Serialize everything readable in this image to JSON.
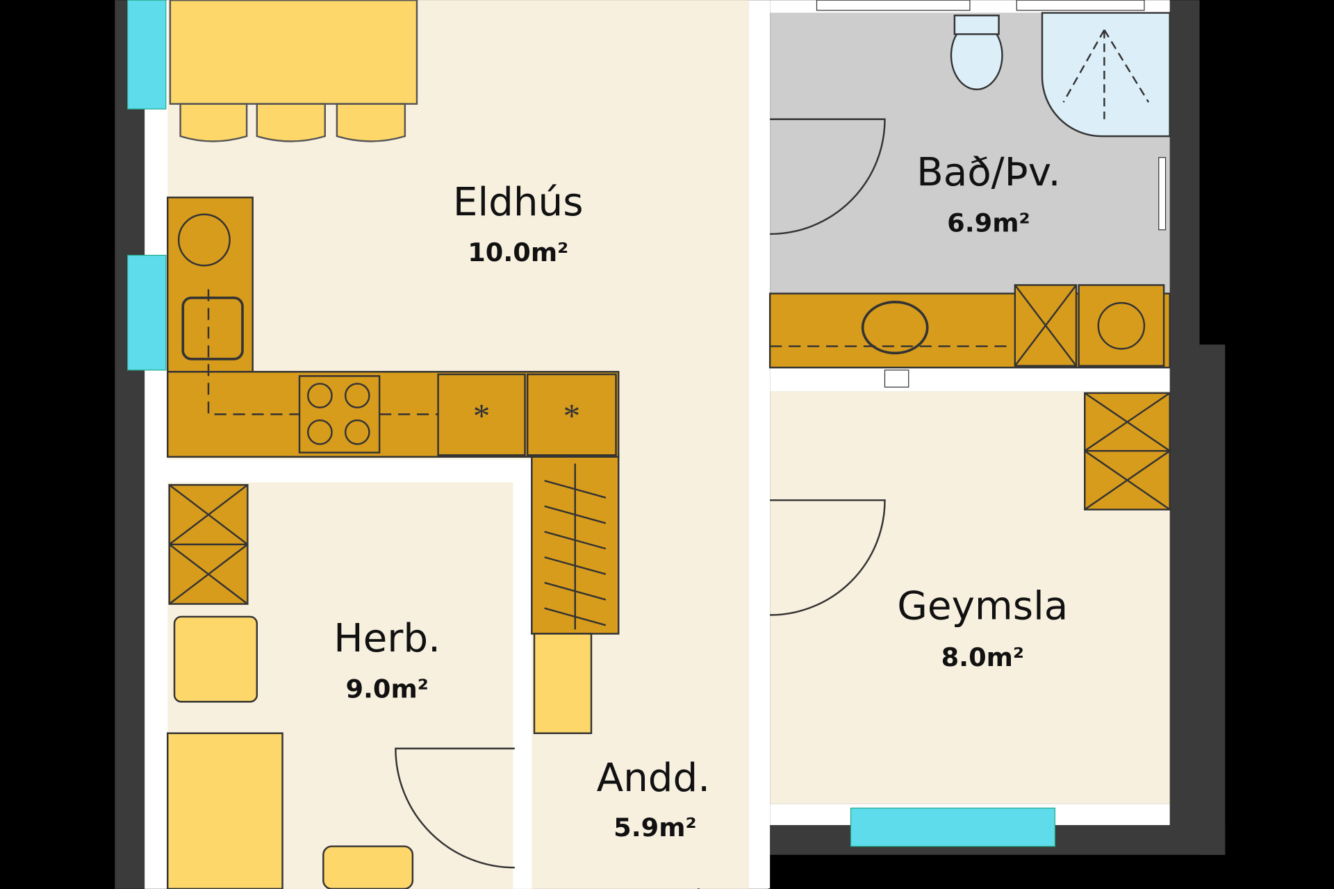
{
  "rooms": {
    "kitchen": {
      "name": "Eldhús",
      "area": "10.0m²"
    },
    "bathroom": {
      "name": "Bað/Þv.",
      "area": "6.9m²"
    },
    "bedroom": {
      "name": "Herb.",
      "area": "9.0m²"
    },
    "hallway": {
      "name": "Andd.",
      "area": "5.9m²"
    },
    "storage": {
      "name": "Geymsla",
      "area": "8.0m²"
    }
  },
  "colors": {
    "background": "#000000",
    "floor": "#f8f0df",
    "bathroom_floor": "#cdcdcd",
    "counter": "#d89c1c",
    "furniture": "#fdd769",
    "window": "#5fdcec",
    "exterior_wall": "#3b3b3b",
    "interior_wall": "#ffffff"
  }
}
